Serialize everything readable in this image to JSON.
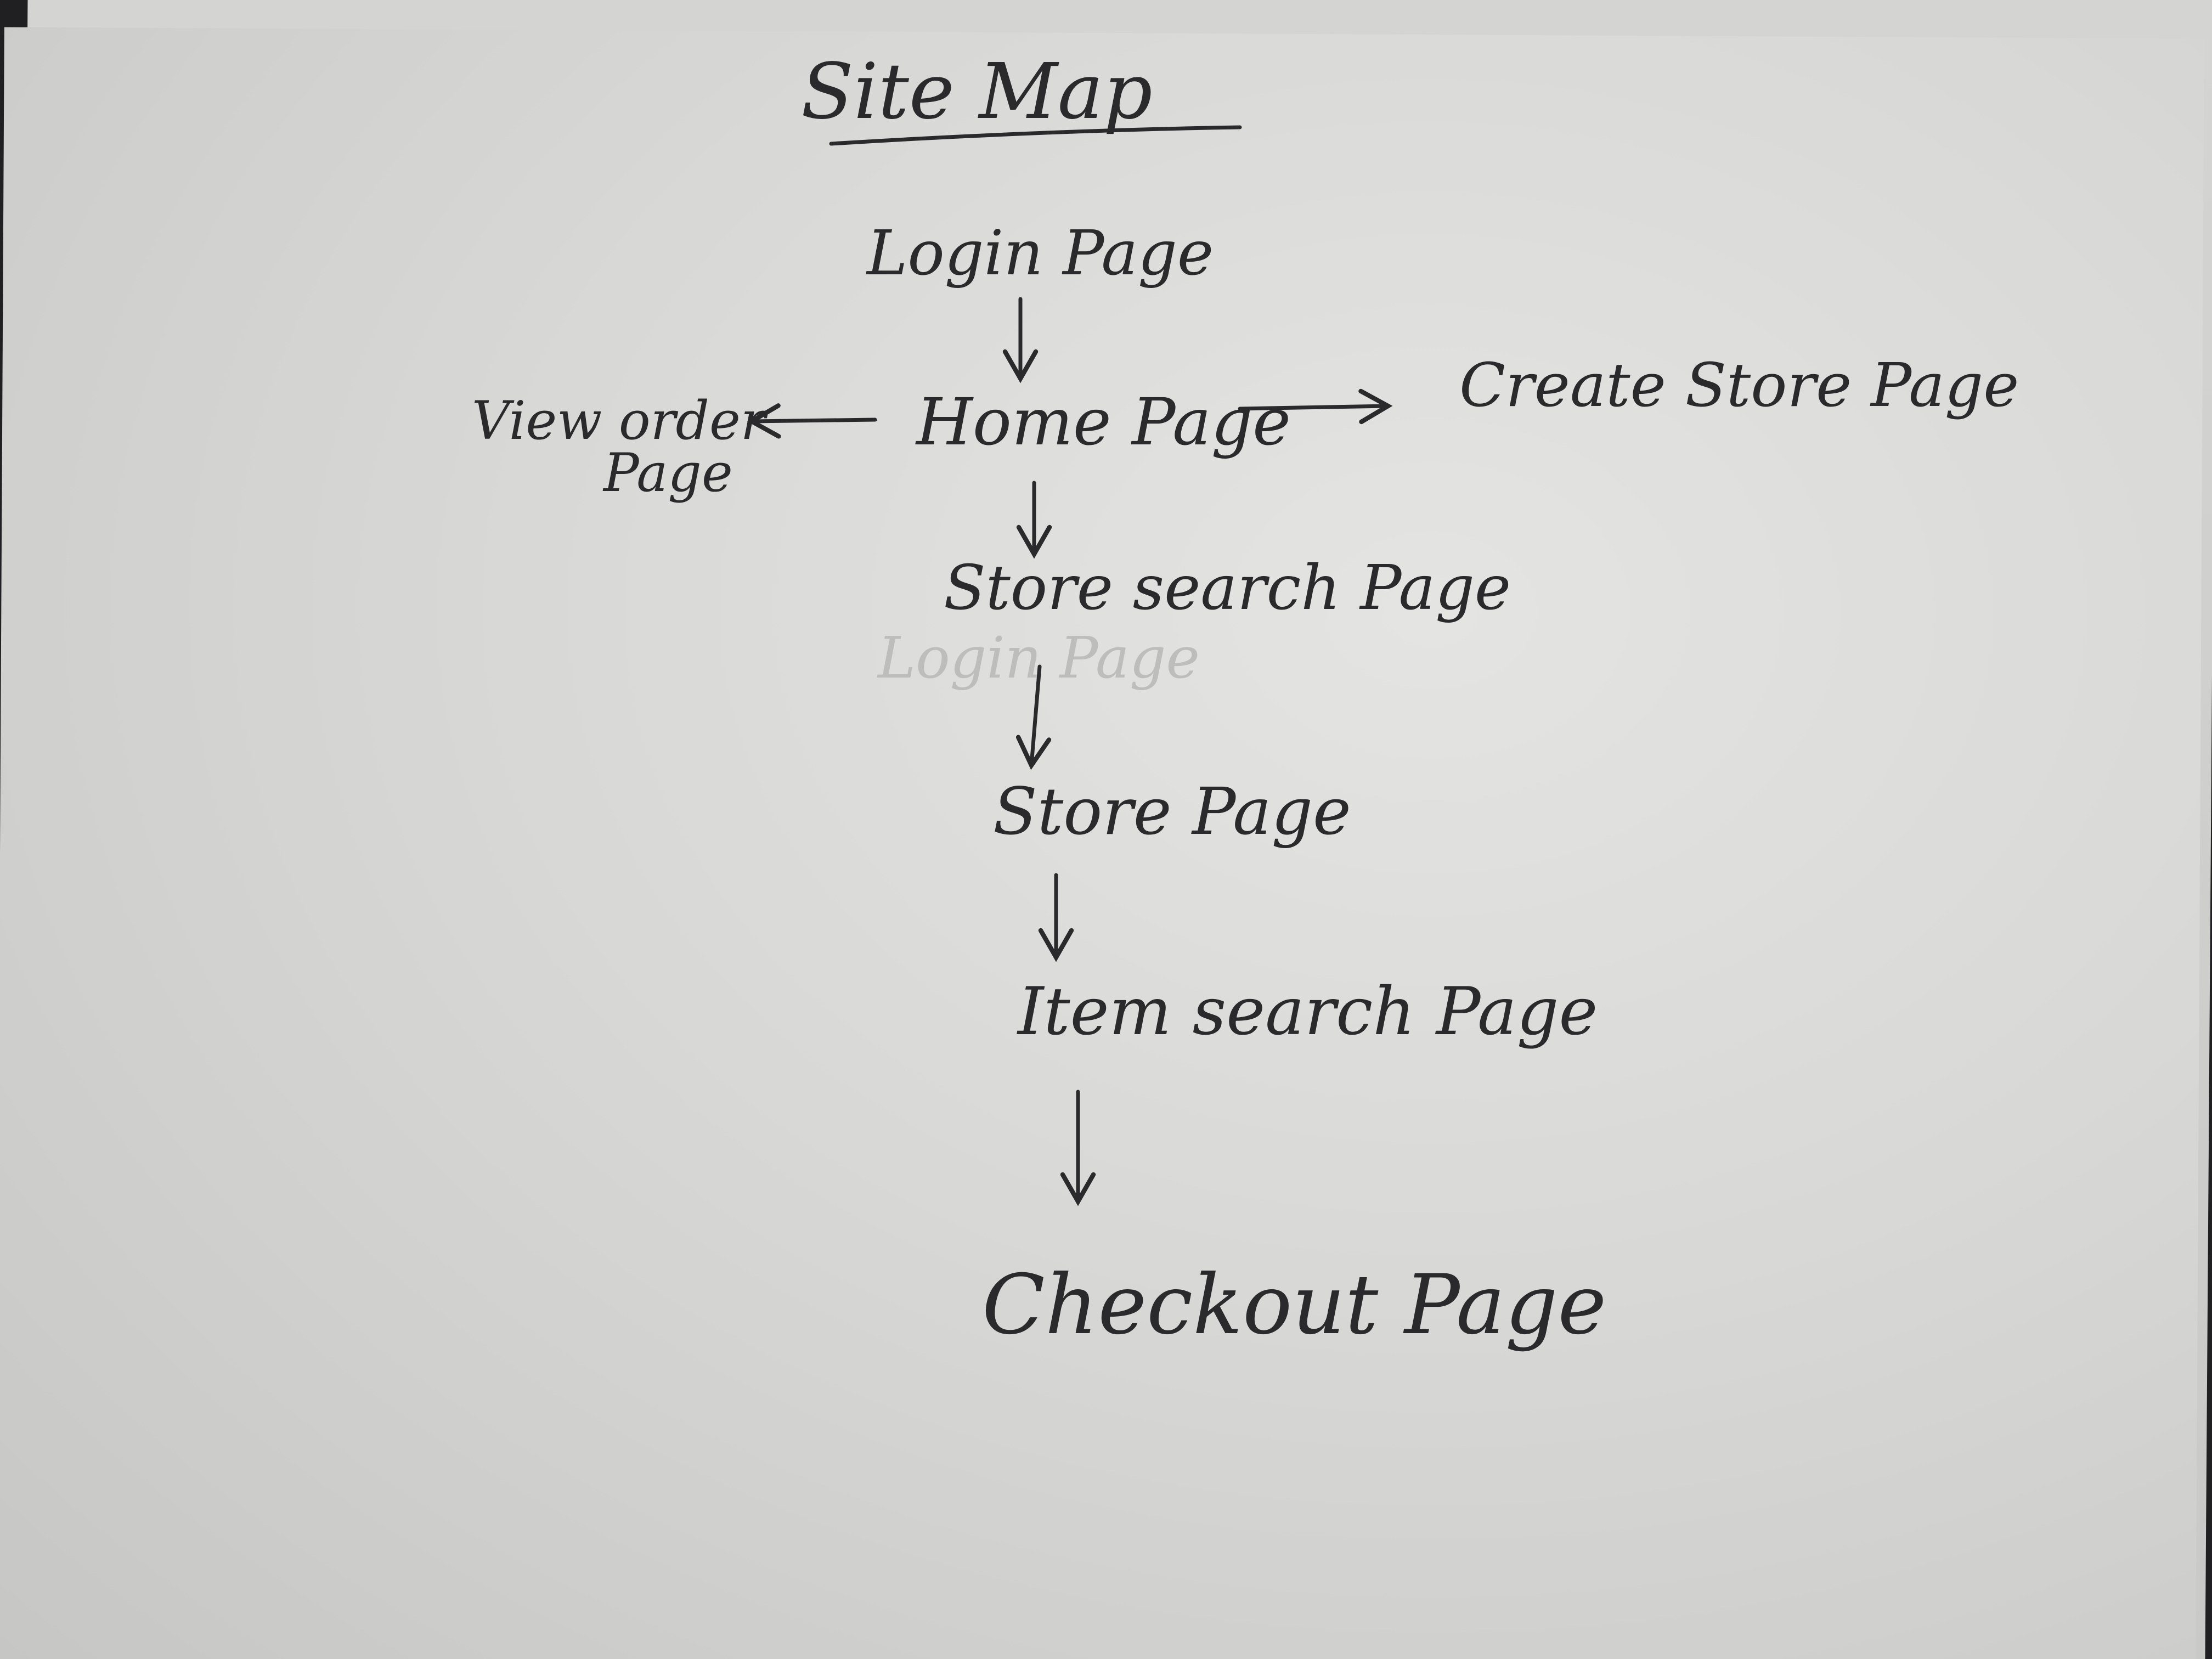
{
  "title": "Site Map",
  "nodes": {
    "login": "Login Page",
    "view_order_line1": "View order",
    "view_order_line2": "Page",
    "home": "Home Page",
    "create_store": "Create Store Page",
    "store_search": "Store search Page",
    "faint_login": "Login Page",
    "store": "Store Page",
    "item_search": "Item search Page",
    "checkout": "Checkout Page"
  },
  "edges": [
    {
      "from": "Login Page",
      "to": "Home Page"
    },
    {
      "from": "Home Page",
      "to": "View order Page"
    },
    {
      "from": "Home Page",
      "to": "Create Store Page"
    },
    {
      "from": "Home Page",
      "to": "Store search Page"
    },
    {
      "from": "Store search Page",
      "to": "Store Page"
    },
    {
      "from": "Store Page",
      "to": "Item search Page"
    },
    {
      "from": "Item search Page",
      "to": "Checkout Page"
    }
  ],
  "colors": {
    "ink": "#2a2a2c",
    "paper": "#dcdcda",
    "background": "#202022"
  }
}
